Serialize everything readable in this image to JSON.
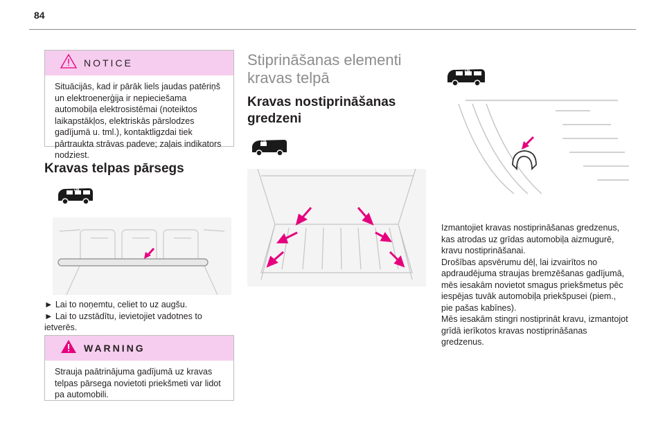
{
  "page": {
    "number": "84"
  },
  "notice": {
    "title": "NOTICE",
    "text": "Situācijās, kad ir pārāk liels jaudas patēriņš un elektroenerģija ir nepieciešama automobiļa elektrosistēmai (noteiktos laikapstākļos, elektriskās pārslodzes gadījumā u. tml.), kontaktligzdai tiek pārtraukta strāvas padeve; zaļais indikators nodziest."
  },
  "cover_section": {
    "heading": "Kravas telpas pārsegs",
    "steps": [
      "► Lai to noņemtu, celiet to uz augšu.",
      "► Lai to uzstādītu, ievietojiet vadotnes to ietverēs."
    ]
  },
  "warning": {
    "title": "WARNING",
    "text": "Strauja paātrinājuma gadījumā uz kravas telpas pārsega novietoti priekšmeti var lidot pa automobili."
  },
  "fastening_section": {
    "title": "Stiprināšanas elementi kravas telpā",
    "subheading": "Kravas nostiprināšanas gredzeni"
  },
  "rings_text": [
    "Izmantojiet kravas nostiprināšanas gredzenus, kas atrodas uz grīdas automobiļa aizmugurē, kravu nostiprināšanai.",
    "Drošības apsvērumu dēļ, lai izvairītos no apdraudējuma straujas bremzēšanas gadījumā, mēs iesakām novietot smagus priekšmetus pēc iespējas tuvāk automobiļa priekšpusei (piem., pie pašas kabīnes).",
    "Mēs iesakām stingri nostiprināt kravu, izmantojot grīdā ierīkotos kravas nostiprināšanas gredzenus."
  ],
  "vehicle_badges": {
    "passenger": "7/8",
    "passenger_b": "7/8",
    "van": "7/8"
  },
  "colors": {
    "accent": "#e6007e",
    "box_header": "#f6cdee",
    "heading_grey": "#8c8c8c"
  }
}
